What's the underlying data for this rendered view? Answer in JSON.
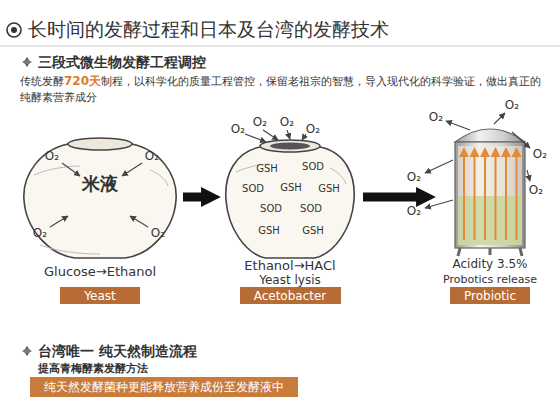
{
  "diagram": {
    "title": "长时间的发酵过程和日本及台湾的发酵技术",
    "nodes": [
      {
        "text": [
          "米液"
        ]
      },
      {
        "text": [
          "GSH",
          "SOD",
          "SOD",
          "GSH",
          "GSH",
          "SOD",
          "SOD",
          "GSH",
          "GSH"
        ]
      },
      {
        "text": [
          "Acidity 3.5%",
          "Probotics release"
        ]
      },
      {
        "text": [
          "Yeast"
        ]
      },
      {
        "text": [
          "Acetobacter"
        ]
      },
      {
        "text": [
          "Probiotic"
        ]
      },
      {
        "text": [
          "纯天然发酵菌种更能释放营养成份至发酵液中"
        ]
      }
    ],
    "edges": [
      {
        "from": 0,
        "to": 1,
        "arrow": "to"
      },
      {
        "from": 1,
        "to": 2,
        "arrow": "to"
      }
    ],
    "labels": [
      "三段式微生物发酵工程调控",
      "传统发酵",
      "720天",
      "制程，以科学化的质量工程管控，保留老祖宗的智慧，导入现代化的科学验证，做出真正的纯酵素营养成分",
      "O₂",
      "O₂",
      "O₂",
      "O₂",
      "O₂",
      "O₂",
      "O₂",
      "O₂",
      "O₂",
      "O₂",
      "O₂",
      "O₂",
      "O₂",
      "O₂",
      "Glucose→Ethanol",
      "Ethanol→HACl",
      "Yeast lysis",
      "台湾唯一 纯天然制造流程",
      "提高青梅酵素发酵方法"
    ]
  }
}
